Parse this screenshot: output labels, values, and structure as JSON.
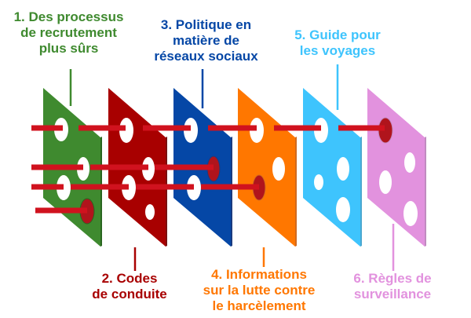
{
  "layers": [
    {
      "label": "1. Des processus\nde recrutement\nplus sûrs",
      "color": "#3f8a2f",
      "edge": "#2a6620"
    },
    {
      "label": "2. Codes\nde conduite",
      "color": "#a80000",
      "edge": "#7a1010"
    },
    {
      "label": "3. Politique en\nmatière de\nréseaux sociaux",
      "color": "#0547a6",
      "edge": "#1a3b80"
    },
    {
      "label": "4. Informations\nsur la lutte contre\nle harcèlement",
      "color": "#ff7700",
      "edge": "#d06a20"
    },
    {
      "label": "5. Guide pour\nles voyages",
      "color": "#3ec4fd",
      "edge": "#4aa8d0"
    },
    {
      "label": "6. Règles de\nsurveillance",
      "color": "#e292de",
      "edge": "#c08ac0"
    }
  ],
  "colors": {
    "threat": "#d0121e",
    "blocked_hole": "#b0141c"
  }
}
